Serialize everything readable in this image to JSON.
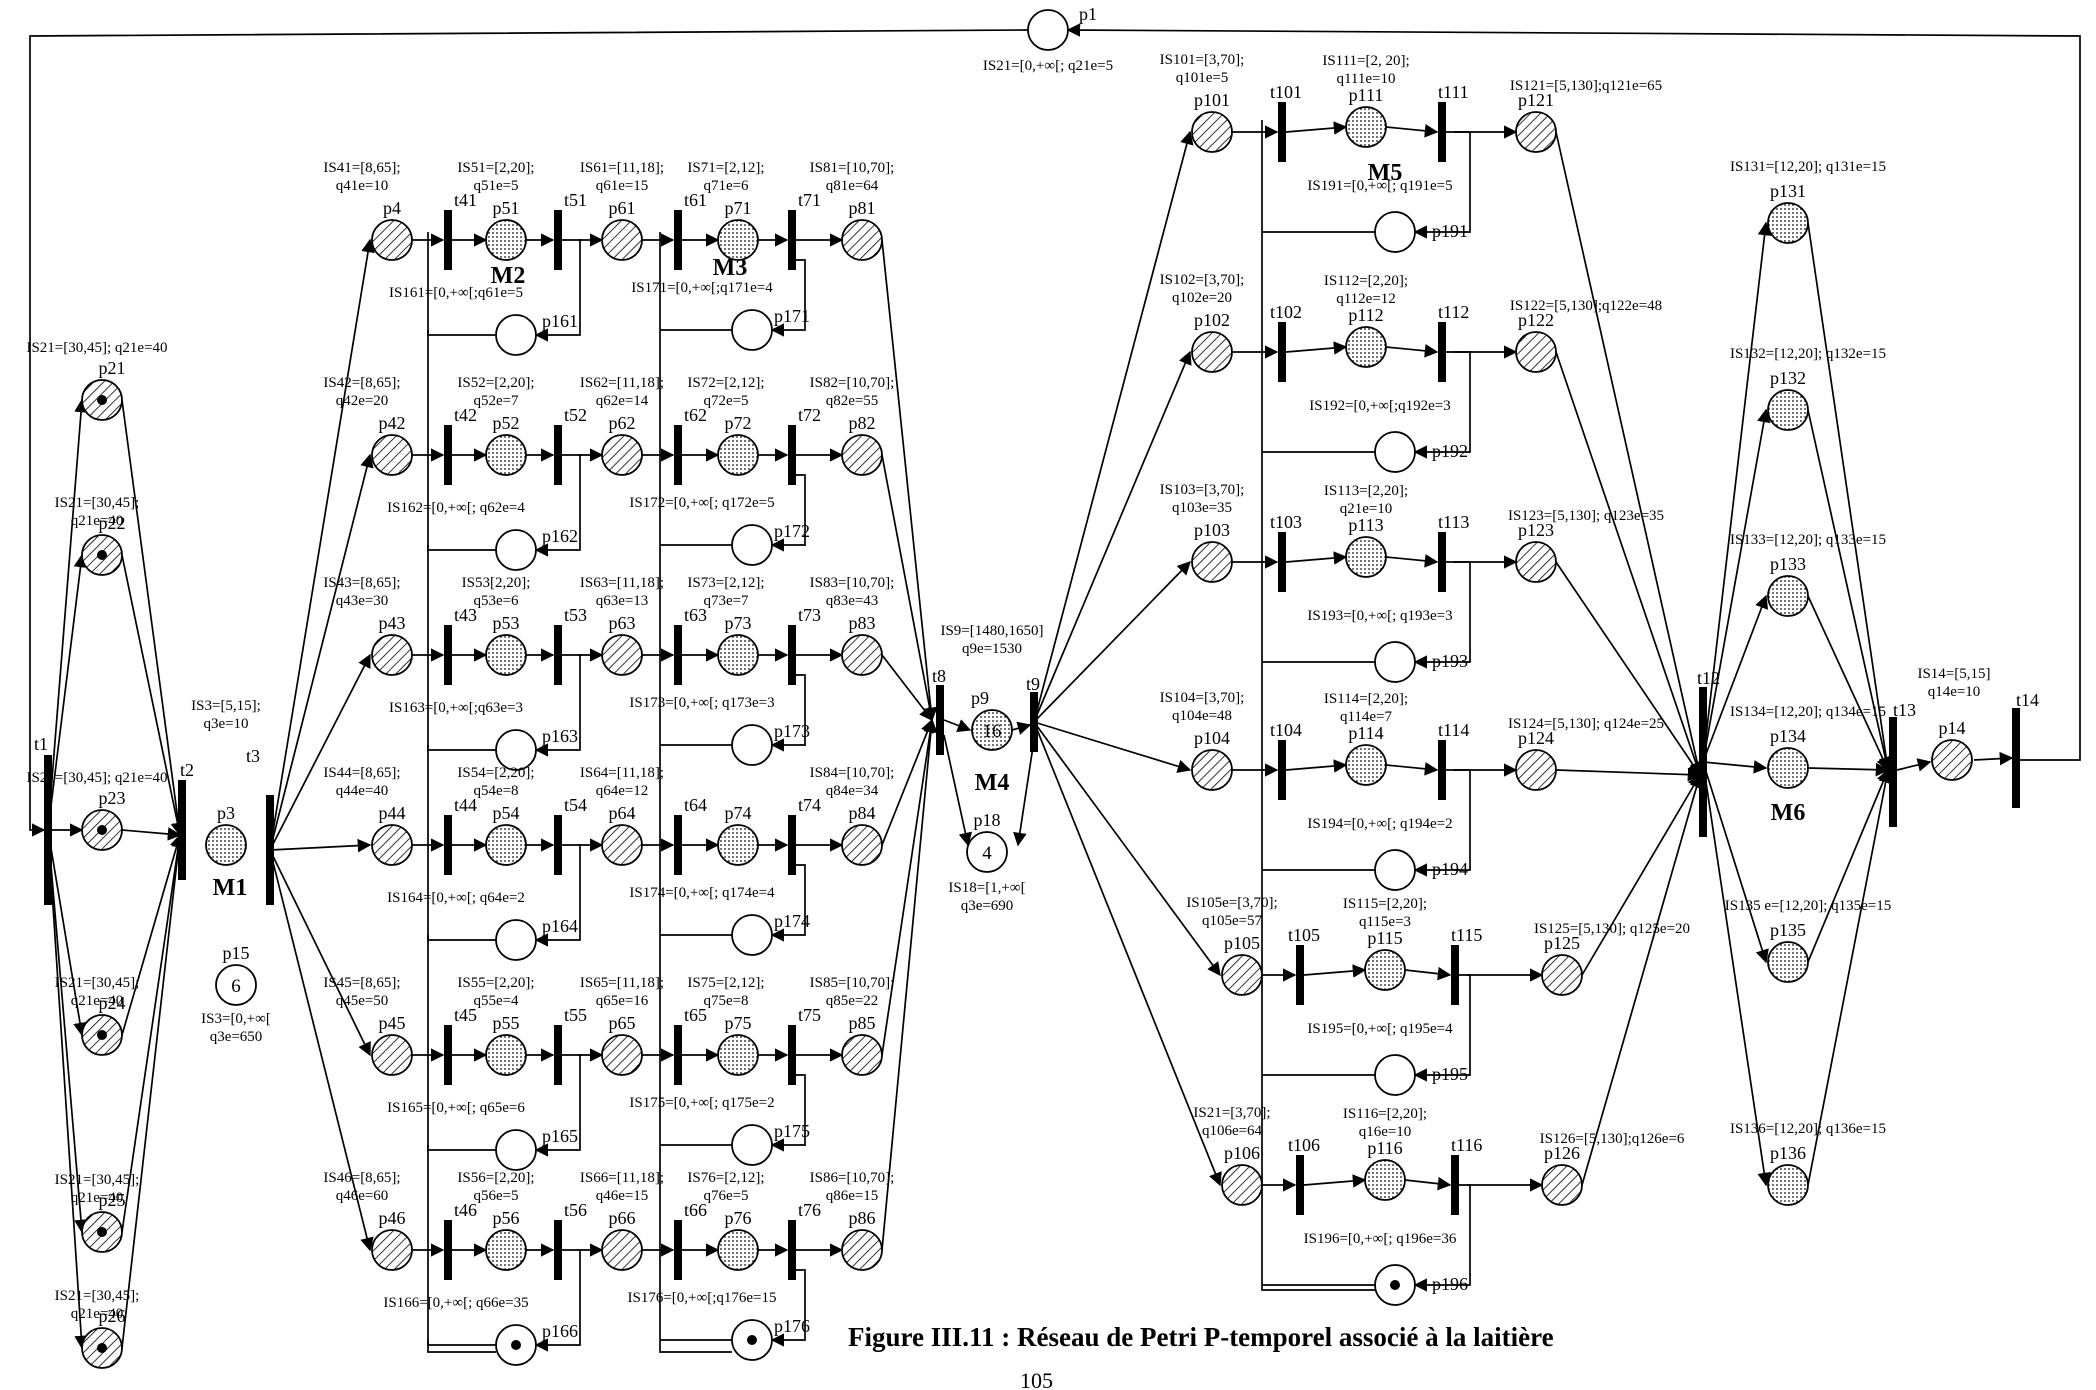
{
  "caption": "Figure III.11 : Réseau de Petri P-temporel associé à la laitière",
  "page_number": "105",
  "machines": [
    "M1",
    "M2",
    "M3",
    "M4",
    "M5",
    "M6"
  ],
  "places": {
    "p1": {
      "name": "p1",
      "label": "IS21=[0,+∞[; q21e=5"
    },
    "p21": {
      "name": "p21",
      "label": "IS21=[30,45]; q21e=40"
    },
    "p22": {
      "name": "p22",
      "label": "IS21=[30,45]; q21e=40"
    },
    "p23": {
      "name": "p23",
      "label": "IS21=[30,45]; q21e=40"
    },
    "p24": {
      "name": "p24",
      "label": "IS21=[30,45]; q21e=40"
    },
    "p25": {
      "name": "p25",
      "label": "IS21=[30,45]; q21e=40"
    },
    "p26": {
      "name": "p26",
      "label": "IS21=[30,45]; q21e=40"
    },
    "p3": {
      "name": "p3",
      "label": "IS3=[5,15]; q3e=10"
    },
    "p15": {
      "name": "p15",
      "label": "IS3=[0,+∞[ q3e=650",
      "tokens": "6"
    },
    "p4": {
      "name": "p4",
      "label": "IS41=[8,65]; q41e=10"
    },
    "p42": {
      "name": "p42",
      "label": "IS42=[8,65]; q42e=20"
    },
    "p43": {
      "name": "p43",
      "label": "IS43=[8,65]; q43e=30"
    },
    "p44": {
      "name": "p44",
      "label": "IS44=[8,65]; q44e=40"
    },
    "p45": {
      "name": "p45",
      "label": "IS45=[8,65]; q45e=50"
    },
    "p46": {
      "name": "p46",
      "label": "IS46=[8,65]; q46e=60"
    },
    "p51": {
      "name": "p51",
      "label": "IS51=[2,20]; q51e=5"
    },
    "p52": {
      "name": "p52",
      "label": "IS52=[2,20]; q52e=7"
    },
    "p53": {
      "name": "p53",
      "label": "IS53[2,20]; q53e=6"
    },
    "p54": {
      "name": "p54",
      "label": "IS54=[2,20]; q54e=8"
    },
    "p55": {
      "name": "p55",
      "label": "IS55=[2,20]; q55e=4"
    },
    "p56": {
      "name": "p56",
      "label": "IS56=[2,20]; q56e=5"
    },
    "p61": {
      "name": "p61",
      "label": "IS61=[11,18]; q61e=15"
    },
    "p62": {
      "name": "p62",
      "label": "IS62=[11,18]; q62e=14"
    },
    "p63": {
      "name": "p63",
      "label": "IS63=[11,18]; q63e=13"
    },
    "p64": {
      "name": "p64",
      "label": "IS64=[11,18]; q64e=12"
    },
    "p65": {
      "name": "p65",
      "label": "IS65=[11,18]; q65e=16"
    },
    "p66": {
      "name": "p66",
      "label": "IS66=[11,18]; q46e=15"
    },
    "p161": {
      "name": "p161",
      "label": "IS161=[0,+∞[;q61e=5"
    },
    "p162": {
      "name": "p162",
      "label": "IS162=[0,+∞[; q62e=4"
    },
    "p163": {
      "name": "p163",
      "label": "IS163=[0,+∞[;q63e=3"
    },
    "p164": {
      "name": "p164",
      "label": "IS164=[0,+∞[; q64e=2"
    },
    "p165": {
      "name": "p165",
      "label": "IS165=[0,+∞[; q65e=6"
    },
    "p166": {
      "name": "p166",
      "label": "IS166=[0,+∞[; q66e=35"
    },
    "p71": {
      "name": "p71",
      "label": "IS71=[2,12]; q71e=6"
    },
    "p72": {
      "name": "p72",
      "label": "IS72=[2,12]; q72e=5"
    },
    "p73": {
      "name": "p73",
      "label": "IS73=[2,12]; q73e=7"
    },
    "p74": {
      "name": "p74",
      "label": ""
    },
    "p75": {
      "name": "p75",
      "label": "IS75=[2,12]; q75e=8"
    },
    "p76": {
      "name": "p76",
      "label": "IS76=[2,12]; q76e=5"
    },
    "p171": {
      "name": "p171",
      "label": "IS171=[0,+∞[;q171e=4"
    },
    "p172": {
      "name": "p172",
      "label": "IS172=[0,+∞[; q172e=5"
    },
    "p173": {
      "name": "p173",
      "label": "IS173=[0,+∞[; q173e=3"
    },
    "p174": {
      "name": "p174",
      "label": "IS174=[0,+∞[; q174e=4"
    },
    "p175": {
      "name": "p175",
      "label": "IS175=[0,+∞[; q175e=2"
    },
    "p176": {
      "name": "p176",
      "label": "IS176=[0,+∞[;q176e=15"
    },
    "p81": {
      "name": "p81",
      "label": "IS81=[10,70]; q81e=64"
    },
    "p82": {
      "name": "p82",
      "label": "IS82=[10,70]; q82e=55"
    },
    "p83": {
      "name": "p83",
      "label": "IS83=[10,70]; q83e=43"
    },
    "p84": {
      "name": "p84",
      "label": "IS84=[10,70]; q84e=34"
    },
    "p85": {
      "name": "p85",
      "label": "IS85=[10,70];q85e=22"
    },
    "p86": {
      "name": "p86",
      "label": "IS86=[10,70]; q86e=15"
    },
    "p9": {
      "name": "p9",
      "label": "IS9=[1480,1650] q9e=1530",
      "tokens": "16"
    },
    "p18": {
      "name": "p18",
      "label": "IS18=[1,+∞[ q3e=690",
      "tokens": "4"
    },
    "p101": {
      "name": "p101",
      "label": "IS101=[3,70]; q101e=5"
    },
    "p102": {
      "name": "p102",
      "label": "IS102=[3,70]; q102e=20"
    },
    "p103": {
      "name": "p103",
      "label": "IS103=[3,70]; q103e=35"
    },
    "p104": {
      "name": "p104",
      "label": "IS104=[3,70]; q104e=48"
    },
    "p105": {
      "name": "p105",
      "label": "IS105e=[3,70]; q105e=57"
    },
    "p106": {
      "name": "p106",
      "label": "IS21=[3,70]; q106e=64"
    },
    "p111": {
      "name": "p111",
      "label": "IS111=[2, 20]; q111e=10"
    },
    "p112": {
      "name": "p112",
      "label": "IS112=[2,20]; q112e=12"
    },
    "p113": {
      "name": "p113",
      "label": "IS113=[2,20]; q21e=10"
    },
    "p114": {
      "name": "p114",
      "label": "IS114=[2,20]; q114e=7"
    },
    "p115": {
      "name": "p115",
      "label": "IS115=[2,20]; q115e=3"
    },
    "p116": {
      "name": "p116",
      "label": "IS116=[2,20]; q16e=10"
    },
    "p191": {
      "name": "p191",
      "label": "IS191=[0,+∞[; q191e=5"
    },
    "p192": {
      "name": "p192",
      "label": "IS192=[0,+∞[;q192e=3"
    },
    "p193": {
      "name": "p193",
      "label": "IS193=[0,+∞[; q193e=3"
    },
    "p194": {
      "name": "p194",
      "label": "IS194=[0,+∞[; q194e=2"
    },
    "p195": {
      "name": "p195",
      "label": "IS195=[0,+∞[; q195e=4"
    },
    "p196": {
      "name": "p196",
      "label": "IS196=[0,+∞[; q196e=36"
    },
    "p121": {
      "name": "p121",
      "label": "IS121=[5,130];q121e=65"
    },
    "p122": {
      "name": "p122",
      "label": "IS122=[5,130];q122e=48"
    },
    "p123": {
      "name": "p123",
      "label": "IS123=[5,130]; q123e=35"
    },
    "p124": {
      "name": "p124",
      "label": "IS124=[5,130]; q124e=25"
    },
    "p125": {
      "name": "p125",
      "label": "IS125=[5,130]; q125e=20"
    },
    "p126": {
      "name": "p126",
      "label": "IS126=[5,130];q126e=6"
    },
    "p131": {
      "name": "p131",
      "label": "IS131=[12,20]; q131e=15"
    },
    "p132": {
      "name": "p132",
      "label": "IS132=[12,20]; q132e=15"
    },
    "p133": {
      "name": "p133",
      "label": "IS133=[12,20]; q133e=15"
    },
    "p134": {
      "name": "p134",
      "label": "IS134=[12,20]; q134e=15"
    },
    "p135": {
      "name": "p135",
      "label": "IS135 e=[12,20]; q135e=15"
    },
    "p136": {
      "name": "p136",
      "label": "IS136=[12,20]; q136e=15"
    },
    "p14": {
      "name": "p14",
      "label": "IS14=[5,15] q14e=10"
    }
  },
  "transitions": [
    "t1",
    "t2",
    "t3",
    "t41",
    "t42",
    "t43",
    "t44",
    "t45",
    "t46",
    "t51",
    "t52",
    "t53",
    "t54",
    "t55",
    "t56",
    "t61",
    "t62",
    "t63",
    "t64",
    "t65",
    "t66",
    "t71",
    "t72",
    "t73",
    "t74",
    "t75",
    "t76",
    "t8",
    "t9",
    "t101",
    "t102",
    "t103",
    "t104",
    "t105",
    "t106",
    "t111",
    "t112",
    "t113",
    "t114",
    "t115",
    "t116",
    "t12",
    "t13",
    "t14"
  ],
  "place_styles": {
    "hatched": "hatched",
    "dotted": "dotted",
    "empty": "empty"
  }
}
